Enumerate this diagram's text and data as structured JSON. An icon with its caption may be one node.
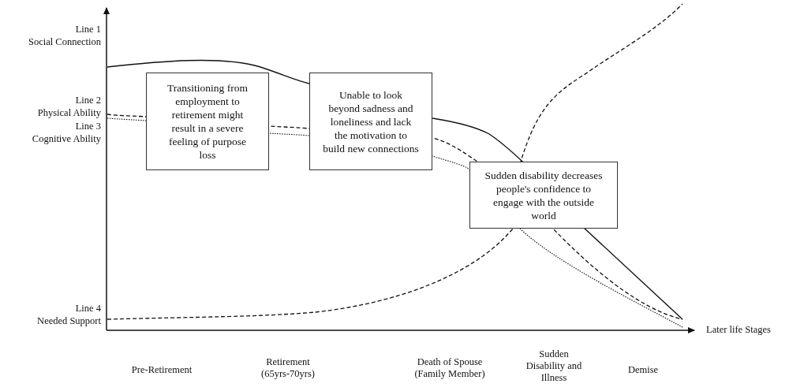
{
  "diagram": {
    "nodes": [
      {
        "text": [
          "Transitioning from employment to retirement might result in a severe feeling of purpose loss"
        ]
      },
      {
        "text": [
          "Unable to look beyond sadness and loneliness and lack the motivation to build new connections"
        ]
      },
      {
        "text": [
          "Sudden disability decreases people's confidence to engage with the outside world"
        ]
      }
    ],
    "labels": [
      "Line 1",
      "Social Connection",
      "Line 2",
      "Physical Ability",
      "Line 3",
      "Cognitive Ability",
      "Line 4",
      "Needed Support",
      "Later life Stages",
      "Pre-Retirement",
      "Retirement (65yrs-70yrs)",
      "Death of Spouse (Family Member)",
      "Sudden Disability and Illness",
      "Demise"
    ]
  }
}
